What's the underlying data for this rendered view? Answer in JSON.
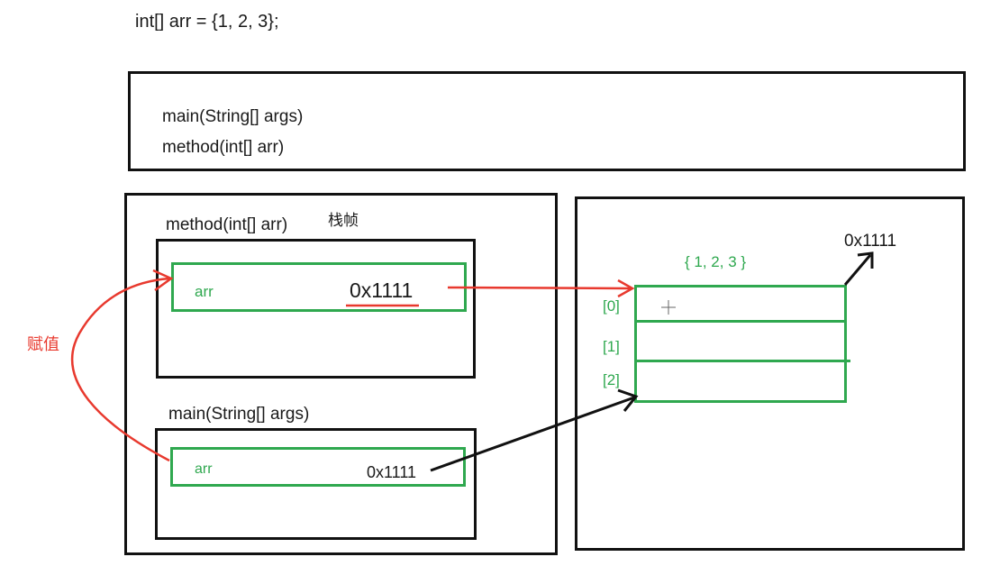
{
  "declaration": "int[]  arr = {1, 2, 3};",
  "method_area": {
    "lines": [
      "main(String[] args)",
      "method(int[] arr)"
    ]
  },
  "stack": {
    "method_frame_label": "method(int[] arr)",
    "stack_frame_tag": "栈帧",
    "method_var": {
      "name": "arr",
      "value": "0x1111"
    },
    "main_frame_label": "main(String[] args)",
    "main_var": {
      "name": "arr",
      "value": "0x1111"
    }
  },
  "heap": {
    "array_values": "{ 1, 2, 3 }",
    "address": "0x1111",
    "indices": [
      "[0]",
      "[1]",
      "[2]"
    ]
  },
  "assignment_label": "赋值",
  "colors": {
    "black": "#111111",
    "green": "#2fa84f",
    "red": "#e8392e"
  }
}
